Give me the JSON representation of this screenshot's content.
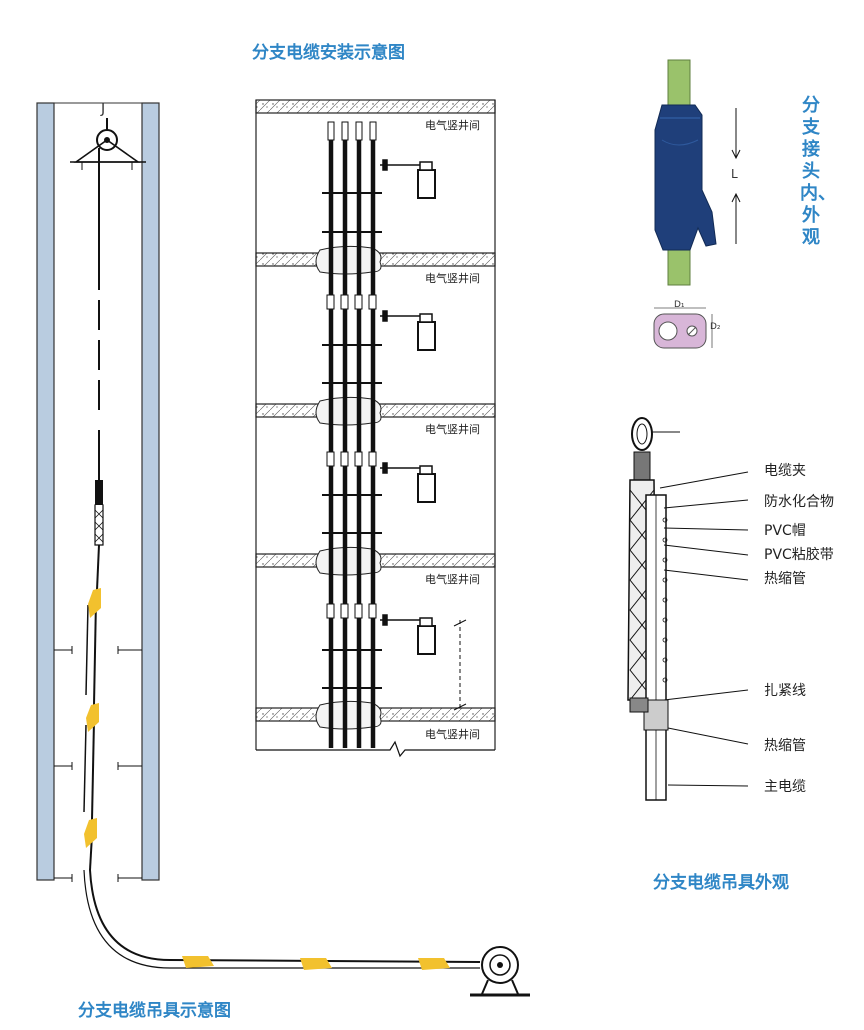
{
  "titles": {
    "install_diagram": "分支电缆安装示意图",
    "joint_view": "分支接头内、外观",
    "hanger_view": "分支电缆吊具外观",
    "hanger_diagram": "分支电缆吊具示意图"
  },
  "floor_labels": [
    "电气竖井间",
    "电气竖井间",
    "电气竖井间",
    "电气竖井间",
    "电气竖井间"
  ],
  "hanger_parts": [
    "电缆夹",
    "防水化合物",
    "PVC帽",
    "PVC粘胶带",
    "热缩管",
    "扎紧线",
    "热缩管",
    "主电缆"
  ],
  "joint_dims": {
    "length": "L",
    "d1": "D₁",
    "d2": "D₂"
  },
  "pulley_label": "J",
  "colors": {
    "title": "#2f86c6",
    "joint_blue": "#1f3f7a",
    "cable_green": "#9ac26b",
    "joint_yellow": "#f2c12e",
    "wall_blue": "#b9cce0"
  }
}
